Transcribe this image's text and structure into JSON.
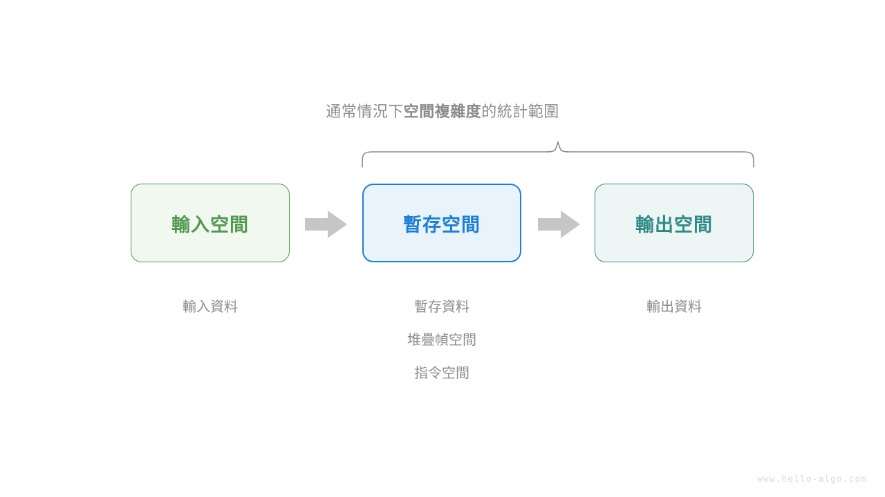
{
  "diagram": {
    "brace_caption": {
      "prefix": "通常情況下",
      "emphasis": "空間複雜度",
      "suffix": "的統計範圍"
    },
    "boxes": [
      {
        "id": "input",
        "label": "輸入空間",
        "border_color": "#4f9a4f",
        "fill_color": "#f1f8ef",
        "text_color": "#4f9a4f"
      },
      {
        "id": "temp",
        "label": "暫存空間",
        "border_color": "#1c7ed6",
        "fill_color": "#e9f3fc",
        "text_color": "#1c7ed6"
      },
      {
        "id": "output",
        "label": "輸出空間",
        "border_color": "#2e8b86",
        "fill_color": "#edf6f4",
        "text_color": "#2e8b86"
      }
    ],
    "captions": {
      "input": [
        "輸入資料"
      ],
      "temp": [
        "暫存資料",
        "堆疊幀空間",
        "指令空間"
      ],
      "output": [
        "輸出資料"
      ]
    },
    "arrow_color": "#c6c6c6",
    "brace_color": "#8a8a8a",
    "watermark": "www.hello-algo.com"
  }
}
